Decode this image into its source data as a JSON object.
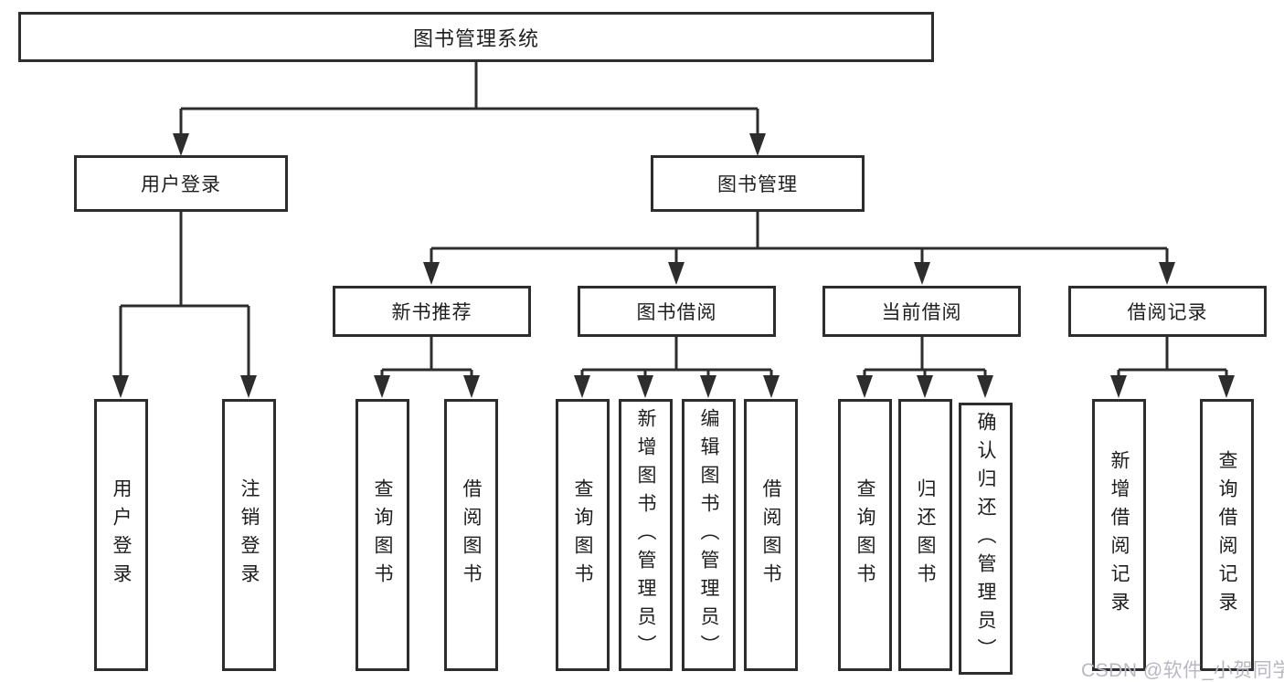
{
  "diagram": {
    "root": {
      "label": "图书管理系统"
    },
    "level2": [
      {
        "label": "用户登录",
        "children": [
          {
            "label": "用户登录"
          },
          {
            "label": "注销登录"
          }
        ]
      },
      {
        "label": "图书管理"
      }
    ],
    "level3": [
      {
        "label": "新书推荐",
        "children": [
          {
            "label": "查询图书"
          },
          {
            "label": "借阅图书"
          }
        ]
      },
      {
        "label": "图书借阅",
        "children": [
          {
            "label": "查询图书"
          },
          {
            "label": "新增图书（管理员）"
          },
          {
            "label": "编辑图书（管理员）"
          },
          {
            "label": "借阅图书"
          }
        ]
      },
      {
        "label": "当前借阅",
        "children": [
          {
            "label": "查询图书"
          },
          {
            "label": "归还图书"
          },
          {
            "label": "确认归还（管理员）"
          }
        ]
      },
      {
        "label": "借阅记录",
        "children": [
          {
            "label": "新增借阅记录"
          },
          {
            "label": "查询借阅记录"
          }
        ]
      }
    ]
  },
  "watermark": {
    "text": "CSDN @软件_小贺同学"
  },
  "colors": {
    "line": "#2d2d2d",
    "text": "#1e1e1e",
    "watermark": "#b8b8c3",
    "background": "#ffffff"
  }
}
